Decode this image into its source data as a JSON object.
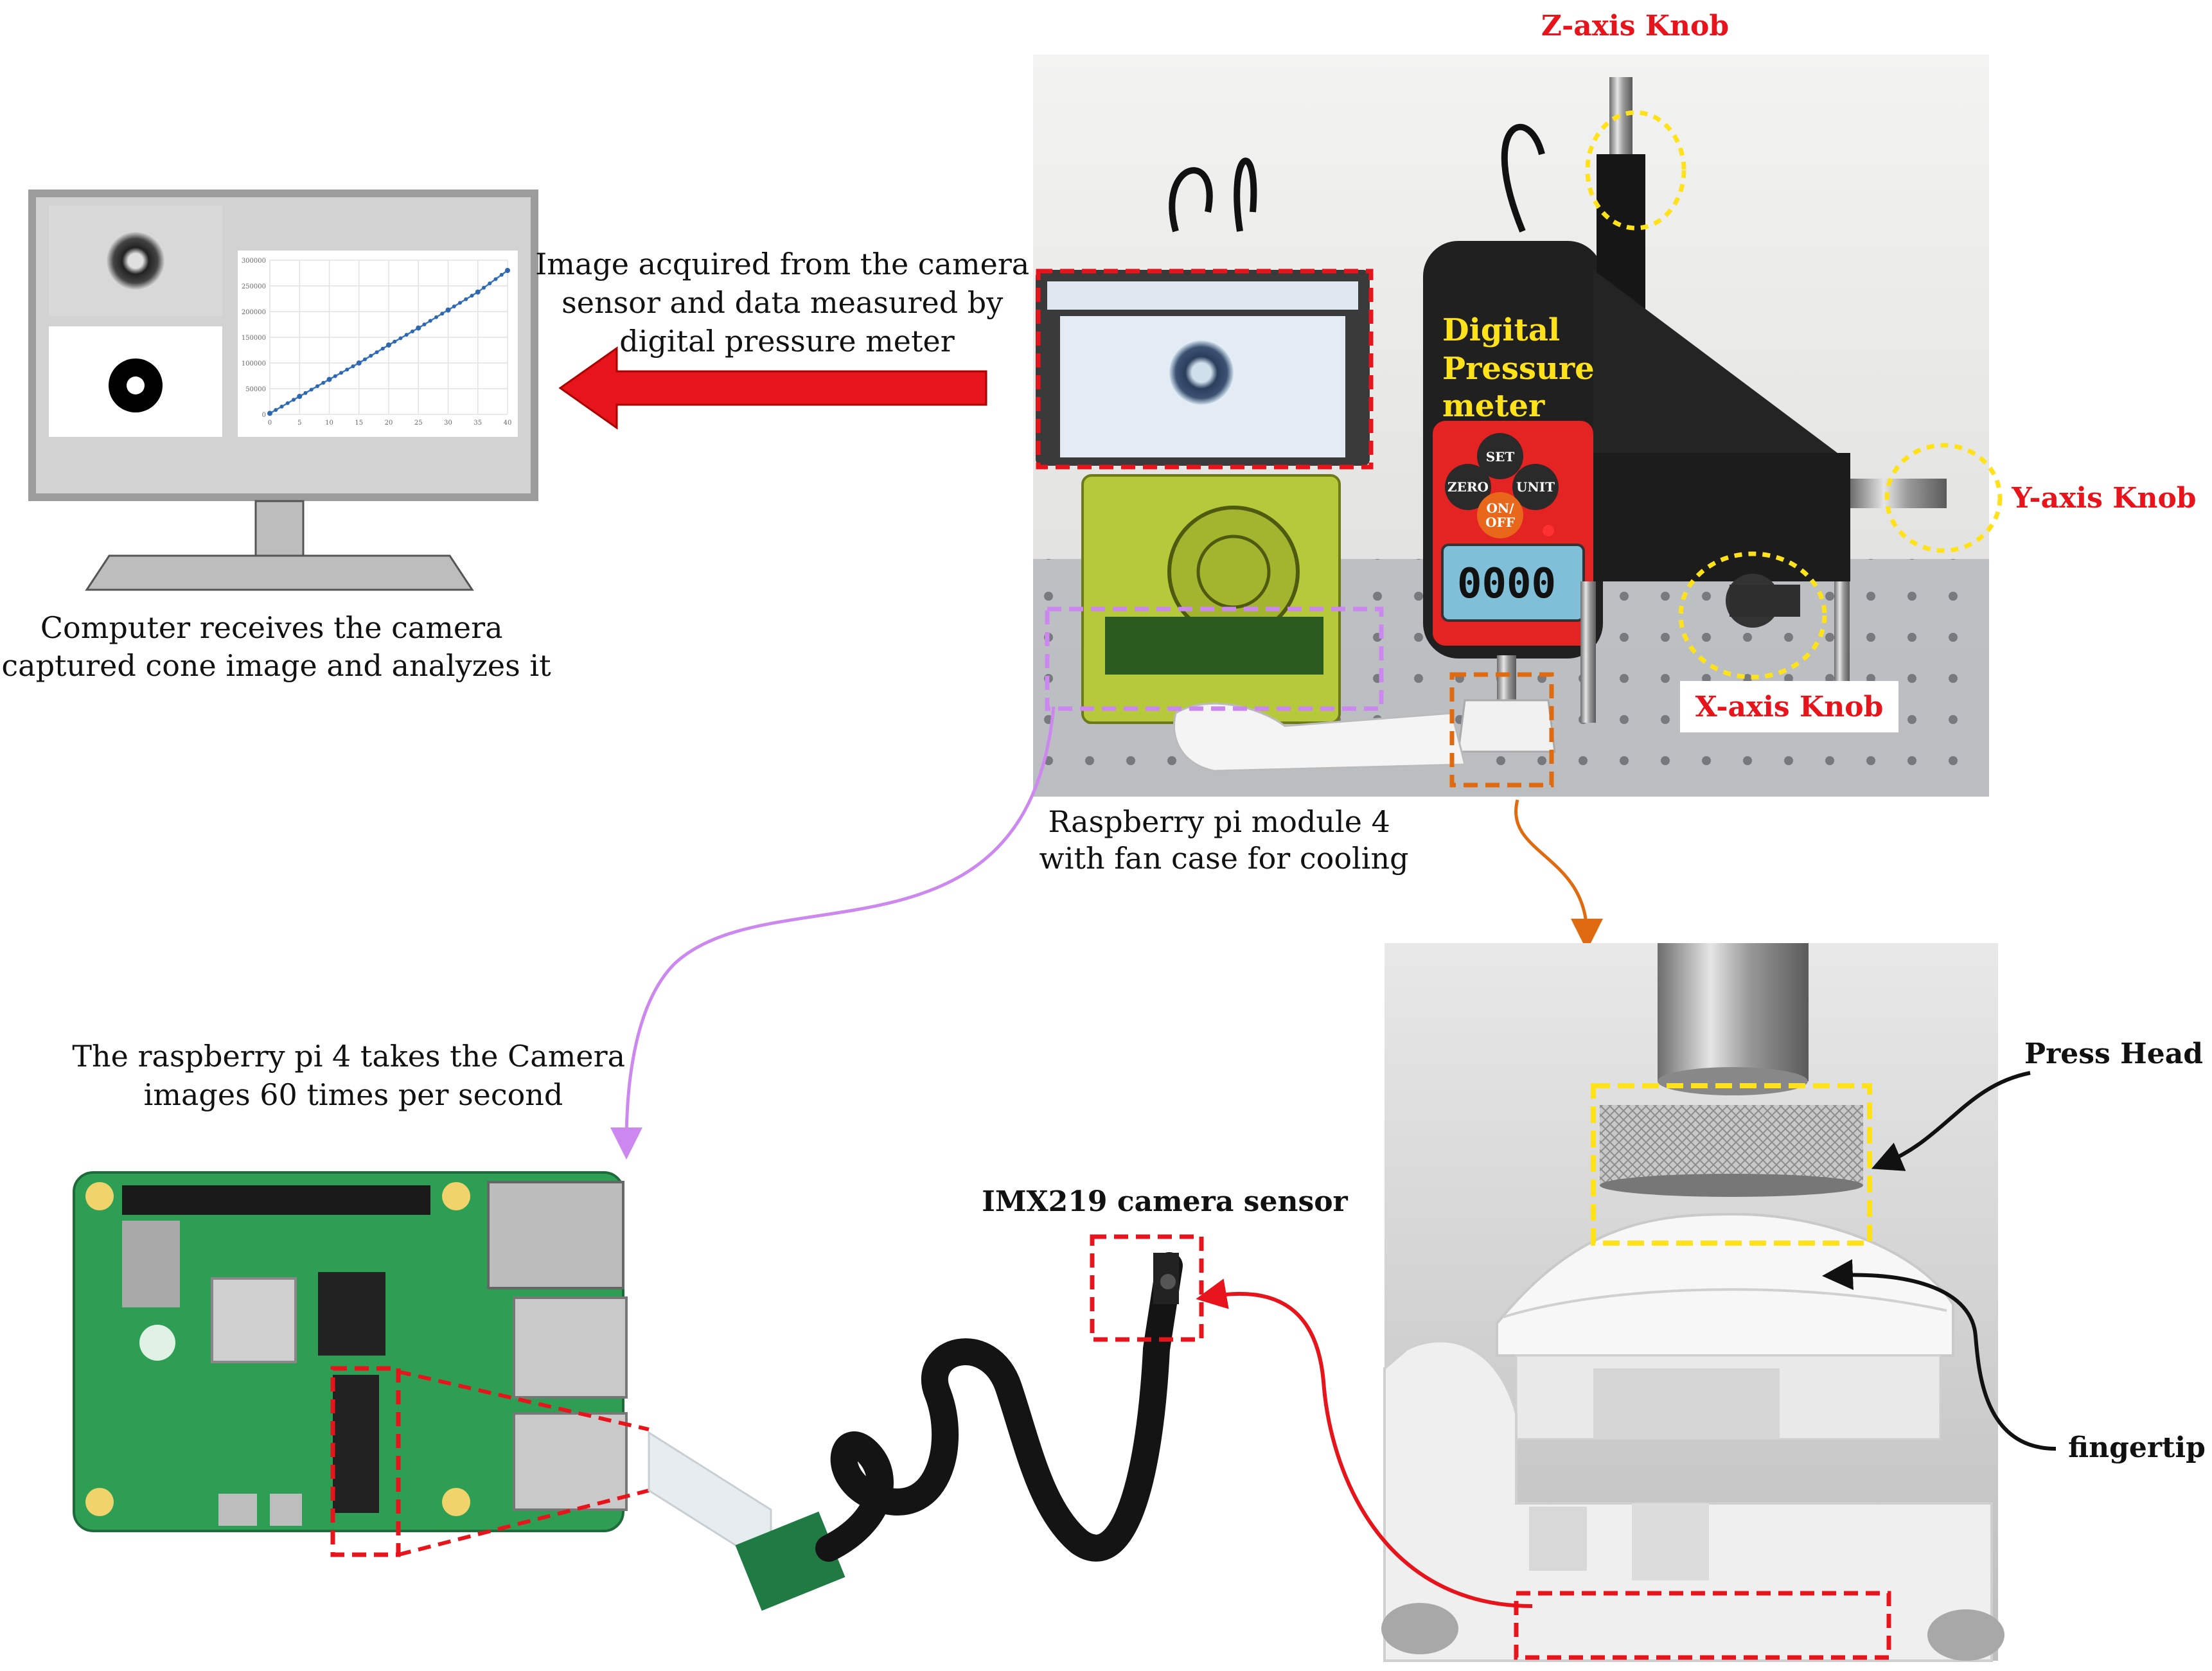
{
  "captions": {
    "computer": [
      "Computer receives the camera",
      "captured cone image and analyzes it"
    ],
    "image_acquired": [
      "Image acquired from the camera",
      "sensor and data measured by",
      "digital pressure meter"
    ],
    "raspberry_module": [
      "Raspberry pi module 4",
      "with fan case for cooling"
    ],
    "raspberry_takes": [
      "The raspberry pi 4 takes the Camera",
      "images 60 times per second"
    ]
  },
  "labels": {
    "z_axis": "Z-axis Knob",
    "y_axis": "Y-axis Knob",
    "x_axis": "X-axis Knob",
    "press_head": "Press Head",
    "fingertip": "fingertip",
    "camera_sensor": "IMX219 camera sensor"
  },
  "device": {
    "title": [
      "Digital",
      "Pressure",
      "meter"
    ],
    "buttons": {
      "set": "SET",
      "zero": "ZERO",
      "unit": "UNIT",
      "on": "ON/",
      "off": "OFF"
    },
    "readout": "0000"
  },
  "colors": {
    "red": "#e8141b",
    "yellow": "#ffe21a",
    "purple": "#cc88ee",
    "orange": "#e06a10",
    "board_green": "#2f9e55"
  },
  "chart_data": {
    "type": "line",
    "x": [
      0,
      5,
      10,
      15,
      20,
      25,
      30,
      35,
      40
    ],
    "values": [
      2000,
      35000,
      68000,
      100000,
      135000,
      168000,
      203000,
      238000,
      280000
    ],
    "ylim": [
      0,
      300000
    ],
    "xlim": [
      0,
      40
    ],
    "yticks": [
      "300000",
      "250000",
      "200000",
      "150000",
      "100000",
      "50000",
      "0"
    ],
    "xticks": [
      "0",
      "5",
      "10",
      "15",
      "20",
      "25",
      "30",
      "35",
      "40"
    ],
    "grid": true
  }
}
